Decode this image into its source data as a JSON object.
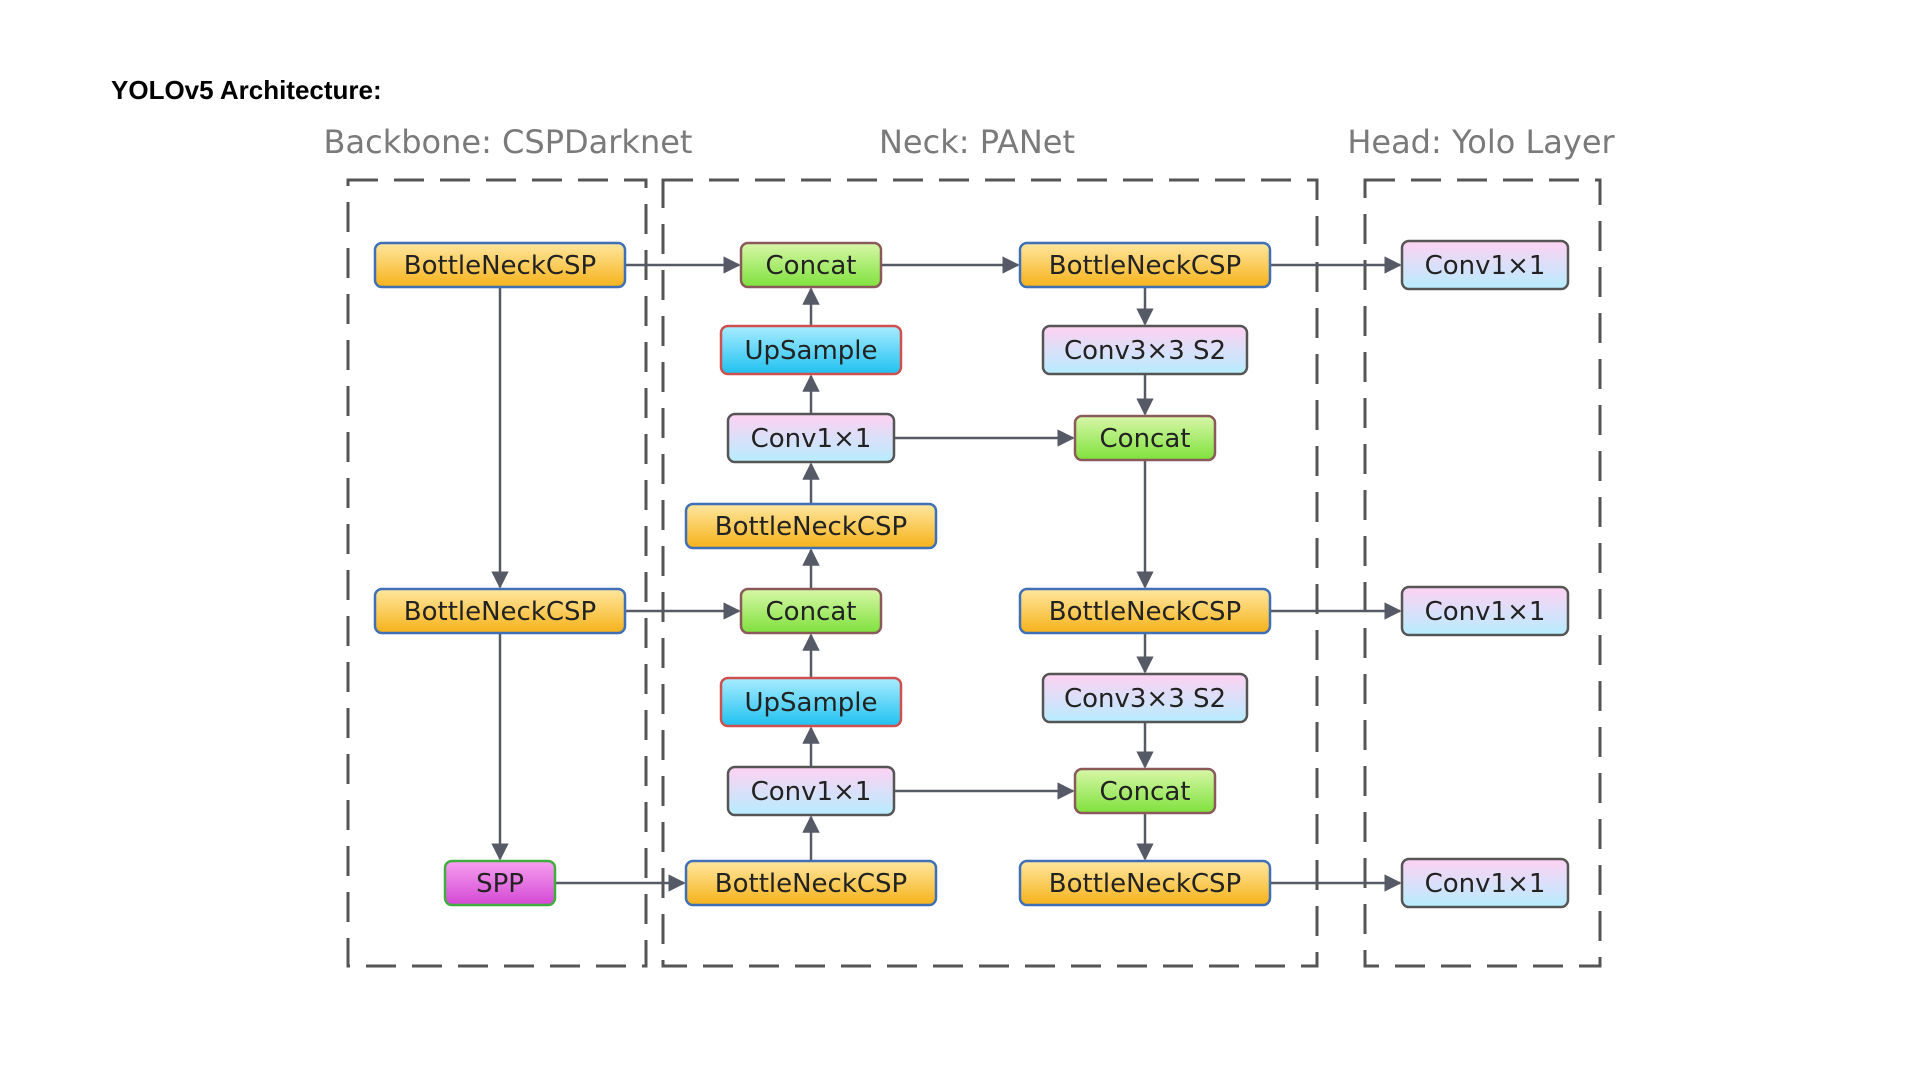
{
  "page": {
    "title": "YOLOv5 Architecture:"
  },
  "sections": [
    {
      "id": "backbone",
      "title": "Backbone: CSPDarknet"
    },
    {
      "id": "neck",
      "title": "Neck: PANet"
    },
    {
      "id": "head",
      "title": "Head: Yolo Layer"
    }
  ],
  "node_styles": {
    "csp": {
      "top": "#ffe7a0",
      "bottom": "#f6b21a",
      "border": "#3f6fb5"
    },
    "concat": {
      "top": "#d8f7a8",
      "bottom": "#7fe13c",
      "border": "#8a5a5a"
    },
    "upsample": {
      "top": "#a9ecff",
      "bottom": "#1fc1f0",
      "border": "#d05050"
    },
    "conv": {
      "top": "#ffd2f2",
      "bottom": "#b7ecff",
      "border": "#555555"
    },
    "spp": {
      "top": "#f6a0f0",
      "bottom": "#d448d4",
      "border": "#3fae3f"
    }
  },
  "nodes": [
    {
      "id": "b_csp1",
      "label": "BottleNeckCSP",
      "style": "csp"
    },
    {
      "id": "b_csp2",
      "label": "BottleNeckCSP",
      "style": "csp"
    },
    {
      "id": "b_spp",
      "label": "SPP",
      "style": "spp"
    },
    {
      "id": "n_concat1",
      "label": "Concat",
      "style": "concat"
    },
    {
      "id": "n_up1",
      "label": "UpSample",
      "style": "upsample"
    },
    {
      "id": "n_conv1",
      "label": "Conv1×1",
      "style": "conv"
    },
    {
      "id": "n_csp1",
      "label": "BottleNeckCSP",
      "style": "csp"
    },
    {
      "id": "n_concat2",
      "label": "Concat",
      "style": "concat"
    },
    {
      "id": "n_up2",
      "label": "UpSample",
      "style": "upsample"
    },
    {
      "id": "n_conv2",
      "label": "Conv1×1",
      "style": "conv"
    },
    {
      "id": "n_csp2",
      "label": "BottleNeckCSP",
      "style": "csp"
    },
    {
      "id": "r_csp1",
      "label": "BottleNeckCSP",
      "style": "csp"
    },
    {
      "id": "r_conv3a",
      "label": "Conv3×3 S2",
      "style": "conv"
    },
    {
      "id": "r_concat1",
      "label": "Concat",
      "style": "concat"
    },
    {
      "id": "r_csp2",
      "label": "BottleNeckCSP",
      "style": "csp"
    },
    {
      "id": "r_conv3b",
      "label": "Conv3×3 S2",
      "style": "conv"
    },
    {
      "id": "r_concat2",
      "label": "Concat",
      "style": "concat"
    },
    {
      "id": "r_csp3",
      "label": "BottleNeckCSP",
      "style": "csp"
    },
    {
      "id": "h_conv1",
      "label": "Conv1×1",
      "style": "conv"
    },
    {
      "id": "h_conv2",
      "label": "Conv1×1",
      "style": "conv"
    },
    {
      "id": "h_conv3",
      "label": "Conv1×1",
      "style": "conv"
    }
  ],
  "edges": [
    {
      "from": "b_csp1",
      "to": "b_csp2"
    },
    {
      "from": "b_csp2",
      "to": "b_spp"
    },
    {
      "from": "b_csp1",
      "to": "n_concat1"
    },
    {
      "from": "b_csp2",
      "to": "n_concat2"
    },
    {
      "from": "b_spp",
      "to": "n_csp2"
    },
    {
      "from": "n_csp2",
      "to": "n_conv2"
    },
    {
      "from": "n_conv2",
      "to": "n_up2"
    },
    {
      "from": "n_up2",
      "to": "n_concat2"
    },
    {
      "from": "n_concat2",
      "to": "n_csp1"
    },
    {
      "from": "n_csp1",
      "to": "n_conv1"
    },
    {
      "from": "n_conv1",
      "to": "n_up1"
    },
    {
      "from": "n_up1",
      "to": "n_concat1"
    },
    {
      "from": "n_concat1",
      "to": "r_csp1"
    },
    {
      "from": "r_csp1",
      "to": "r_conv3a"
    },
    {
      "from": "r_conv3a",
      "to": "r_concat1"
    },
    {
      "from": "n_conv1",
      "to": "r_concat1"
    },
    {
      "from": "r_concat1",
      "to": "r_csp2"
    },
    {
      "from": "r_csp2",
      "to": "r_conv3b"
    },
    {
      "from": "r_conv3b",
      "to": "r_concat2"
    },
    {
      "from": "n_conv2",
      "to": "r_concat2"
    },
    {
      "from": "r_concat2",
      "to": "r_csp3"
    },
    {
      "from": "r_csp1",
      "to": "h_conv1"
    },
    {
      "from": "r_csp2",
      "to": "h_conv2"
    },
    {
      "from": "r_csp3",
      "to": "h_conv3"
    }
  ]
}
